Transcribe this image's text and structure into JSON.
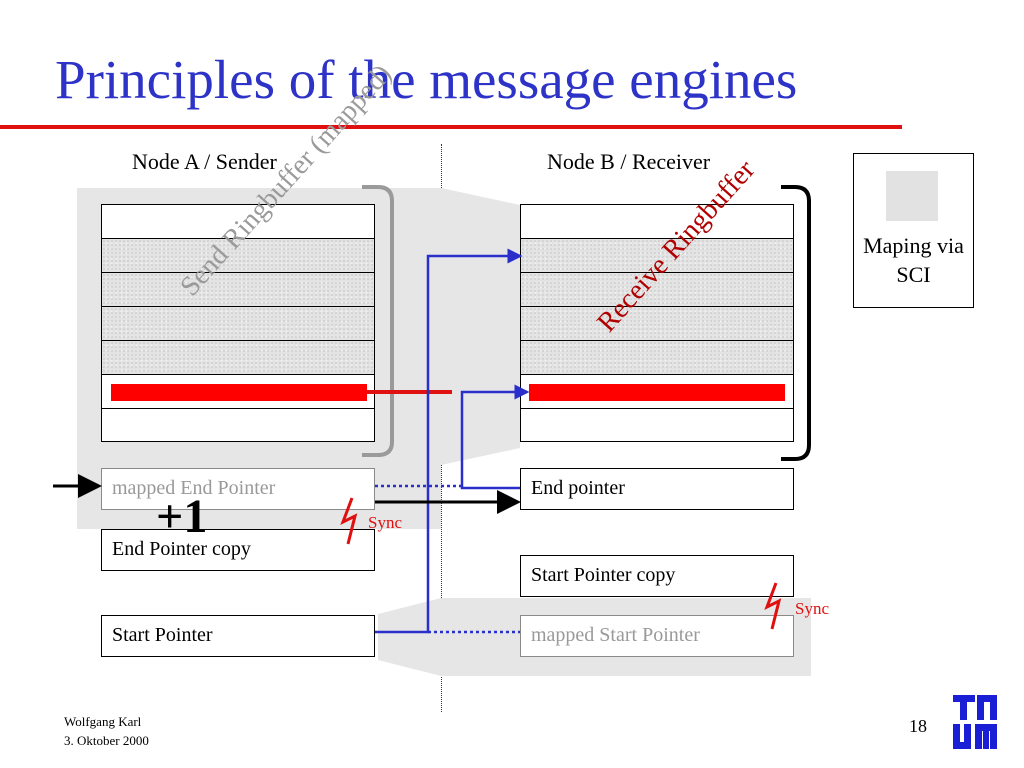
{
  "slide": {
    "title": "Principles of the message engines",
    "node_a_title": "Node A / Sender",
    "node_b_title": "Node B / Receiver"
  },
  "node_a": {
    "ringbuffer_label": "Send Ringbuffer (mapped)",
    "mapped_end_pointer": "mapped End Pointer",
    "end_pointer_copy": "End Pointer copy",
    "start_pointer": "Start Pointer",
    "increment_label": "+1",
    "sync_label": "Sync"
  },
  "node_b": {
    "ringbuffer_label": "Receive Ringbuffer",
    "end_pointer": "End pointer",
    "start_pointer_copy": "Start Pointer copy",
    "mapped_start_pointer": "mapped Start Pointer",
    "sync_label": "Sync"
  },
  "legend": {
    "label": "Maping via SCI"
  },
  "footer": {
    "author": "Wolfgang Karl",
    "date": "3. Oktober 2000",
    "page_number": "18",
    "logo_text": "TUM"
  },
  "colors": {
    "title": "#2e33c7",
    "rule": "#e01010",
    "mapping_shade": "#e6e6e6",
    "connector_blue": "#2a2ecb",
    "marker_red": "#ff0000"
  }
}
